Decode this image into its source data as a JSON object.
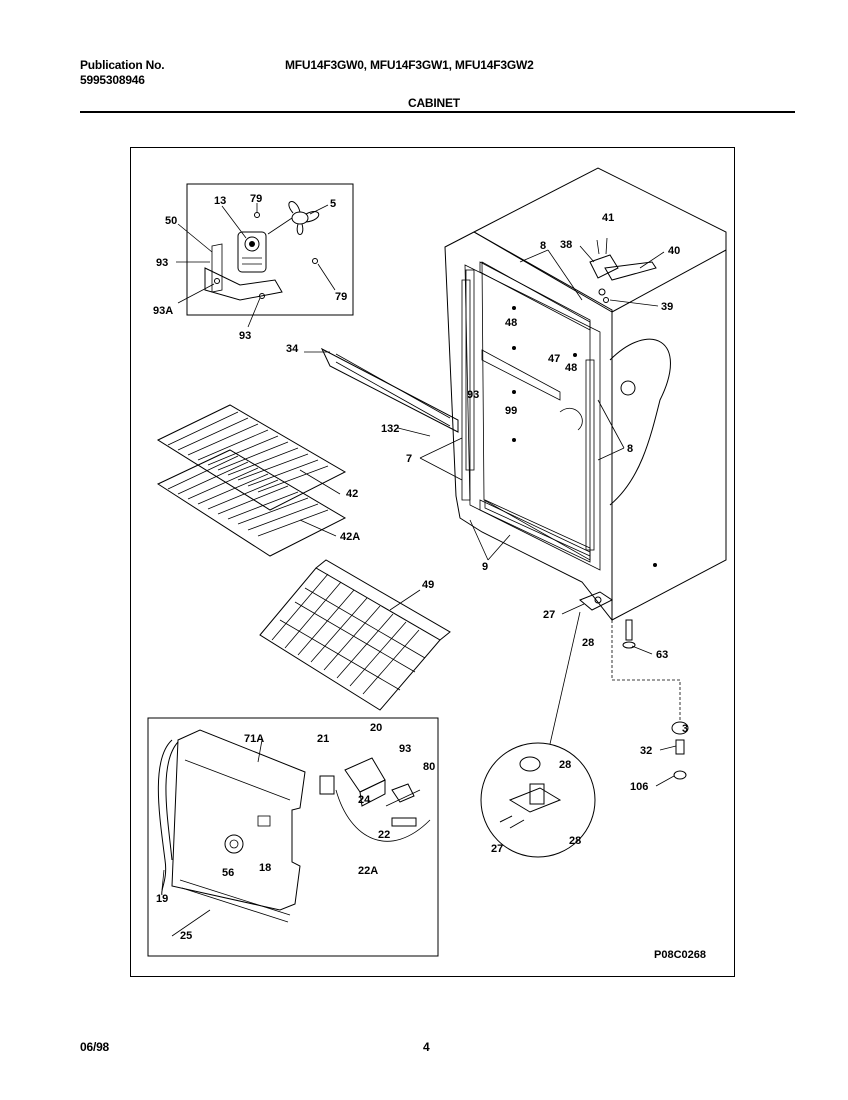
{
  "header": {
    "publication_label": "Publication No.",
    "publication_number": "5995308946",
    "models": "MFU14F3GW0, MFU14F3GW1, MFU14F3GW2",
    "section_title": "CABINET"
  },
  "diagram": {
    "figure_code": "P08C0268",
    "callouts": {
      "c50": "50",
      "c13": "13",
      "c79a": "79",
      "c5": "5",
      "c93a": "93",
      "c79b": "79",
      "c93A": "93A",
      "c93b": "93",
      "c34": "34",
      "c132": "132",
      "c41": "41",
      "c38": "38",
      "c40": "40",
      "c39": "39",
      "c8a": "8",
      "c48a": "48",
      "c47": "47",
      "c48b": "48",
      "c93c": "93",
      "c99": "99",
      "c8b": "8",
      "c7": "7",
      "c42": "42",
      "c42A": "42A",
      "c9": "9",
      "c49": "49",
      "c27a": "27",
      "c28a": "28",
      "c63": "63",
      "c3": "3",
      "c32": "32",
      "c106": "106",
      "c28b": "28",
      "c27b": "27",
      "c28c": "28",
      "c71A": "71A",
      "c20": "20",
      "c21": "21",
      "c93d": "93",
      "c80": "80",
      "c24": "24",
      "c22": "22",
      "c18": "18",
      "c56": "56",
      "c22A": "22A",
      "c19": "19",
      "c25": "25"
    }
  },
  "footer": {
    "date": "06/98",
    "page": "4"
  }
}
